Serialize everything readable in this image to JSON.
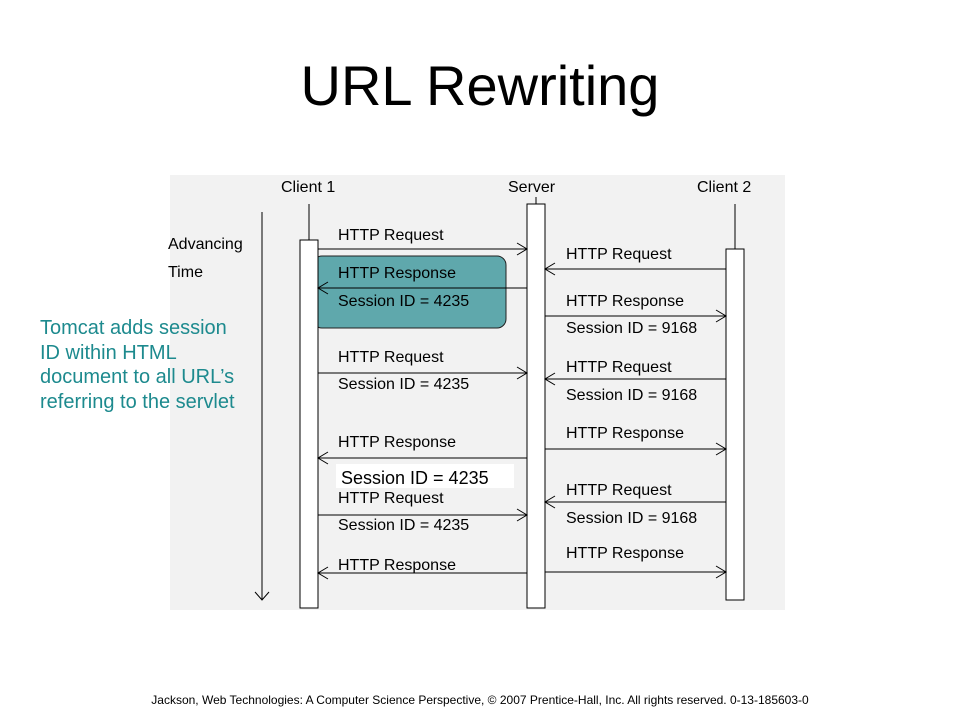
{
  "slide": {
    "title": "URL Rewriting",
    "note": "Tomcat adds session ID within HTML document to all URL’s referring to the servlet",
    "footer": "Jackson, Web Technologies: A Computer Science Perspective, © 2007 Prentice-Hall, Inc. All rights reserved. 0-13-185603-0"
  },
  "diagram": {
    "participants": [
      "Client 1",
      "Server",
      "Client 2"
    ],
    "time_axis_label": [
      "Advancing",
      "Time"
    ],
    "left_messages": [
      {
        "direction": "to-server",
        "lines": [
          "HTTP Request"
        ]
      },
      {
        "direction": "to-client",
        "lines": [
          "HTTP Response",
          "Session ID = 4235"
        ],
        "highlighted": true
      },
      {
        "direction": "to-server",
        "lines": [
          "HTTP Request",
          "Session ID = 4235"
        ]
      },
      {
        "direction": "to-client",
        "lines": [
          "HTTP Response"
        ]
      },
      {
        "direction": "to-server",
        "lines": [
          "HTTP Request",
          "Session ID = 4235"
        ]
      },
      {
        "direction": "to-client",
        "lines": [
          "HTTP Response"
        ]
      }
    ],
    "right_messages": [
      {
        "direction": "to-server",
        "lines": [
          "HTTP Request"
        ]
      },
      {
        "direction": "to-client",
        "lines": [
          "HTTP Response",
          "Session ID = 9168"
        ]
      },
      {
        "direction": "to-server",
        "lines": [
          "HTTP Request",
          "Session ID = 9168"
        ]
      },
      {
        "direction": "to-client",
        "lines": [
          "HTTP Response"
        ]
      },
      {
        "direction": "to-server",
        "lines": [
          "HTTP Request",
          "Session ID = 9168"
        ]
      },
      {
        "direction": "to-client",
        "lines": [
          "HTTP Response"
        ]
      }
    ],
    "added_label": "Session ID = 4235",
    "highlight_color": "#5fa8ac"
  }
}
